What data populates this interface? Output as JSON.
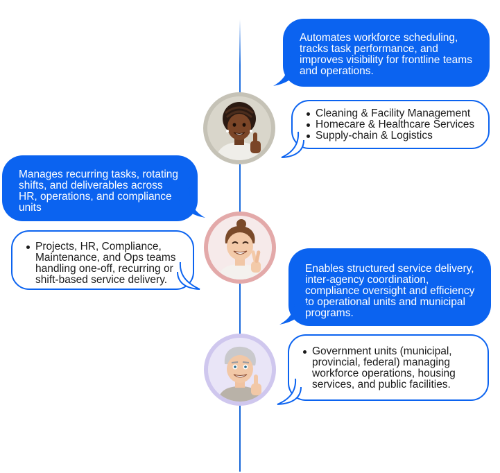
{
  "rows": [
    {
      "description": "Automates workforce scheduling, tracks task performance, and improves visibility for frontline teams and operations.",
      "bullets": [
        "Cleaning & Facility Management",
        "Homecare & Healthcare Services",
        "Supply-chain & Logistics"
      ]
    },
    {
      "description": "Manages recurring tasks, rotating shifts, and deliverables across HR, operations, and compliance units",
      "bullets": [
        "Projects, HR, Compliance, Maintenance, and Ops teams handling one-off, recurring or shift-based service delivery."
      ]
    },
    {
      "description": "Enables structured service delivery, inter-agency coordination, compliance oversight and efficiency to operational units and municipal programs.",
      "bullets": [
        "Government units (municipal, provincial, federal) managing workforce operations, housing services, and public facilities."
      ]
    }
  ],
  "colors": {
    "accent": "#0b63f0",
    "ring_1": "#c5c2b6",
    "ring_2": "#e3a9a9",
    "ring_3": "#cfc7ee"
  },
  "icons": [
    "woman-thumbs-up-avatar-icon",
    "man-crossed-fingers-avatar-icon",
    "older-man-thumbs-up-avatar-icon"
  ]
}
